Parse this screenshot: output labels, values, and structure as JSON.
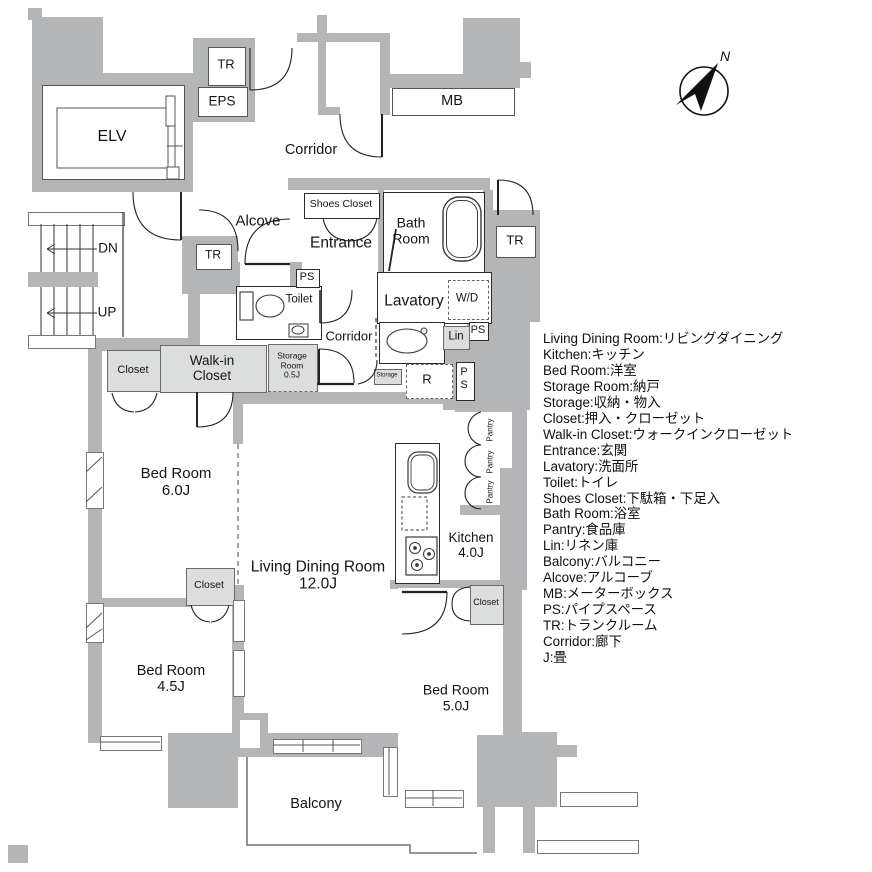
{
  "labels": {
    "elv": "ELV",
    "tr": "TR",
    "eps": "EPS",
    "corridor": "Corridor",
    "mb": "MB",
    "dn": "DN",
    "up": "UP",
    "north": "N",
    "alcove": "Alcove",
    "shoes_closet": "Shoes Closet",
    "entrance": "Entrance",
    "bath_line1": "Bath",
    "bath_line2": "Room",
    "toilet": "Toilet",
    "ps": "PS",
    "p": "P",
    "s": "S",
    "lavatory": "Lavatory",
    "wd": "W/D",
    "lin": "Lin",
    "storage_room_line1": "Storage",
    "storage_room_line2": "Room",
    "storage_room_line3": "0.5J",
    "storage": "Storage",
    "r": "R",
    "closet": "Closet",
    "walkin_line1": "Walk-in",
    "walkin_line2": "Closet",
    "bed6_line1": "Bed Room",
    "bed6_line2": "6.0J",
    "ld_line1": "Living Dining Room",
    "ld_line2": "12.0J",
    "kitchen_line1": "Kitchen",
    "kitchen_line2": "4.0J",
    "pantry": "Pantry",
    "bed5_line1": "Bed Room",
    "bed5_line2": "5.0J",
    "bed45_line1": "Bed Room",
    "bed45_line2": "4.5J",
    "balcony": "Balcony"
  },
  "legend": {
    "items": [
      "Living Dining Room:リビングダイニング",
      "Kitchen:キッチン",
      "Bed Room:洋室",
      "Storage Room:納戸",
      "Storage:収納・物入",
      "Closet:押入・クローゼット",
      "Walk-in Closet:ウォークインクローゼット",
      "Entrance:玄関",
      "Lavatory:洗面所",
      "Toilet:トイレ",
      "Shoes Closet:下駄箱・下足入",
      "Bath Room:浴室",
      "Pantry:食品庫",
      "Lin:リネン庫",
      "Balcony:バルコニー",
      "Alcove:アルコーブ",
      "MB:メーターボックス",
      "PS:パイプスペース",
      "TR:トランクルーム",
      "Corridor:廊下",
      "J:畳"
    ]
  },
  "colors": {
    "wall": "#b3b5b7",
    "light_fill": "#dcdddd",
    "line": "#222222"
  }
}
